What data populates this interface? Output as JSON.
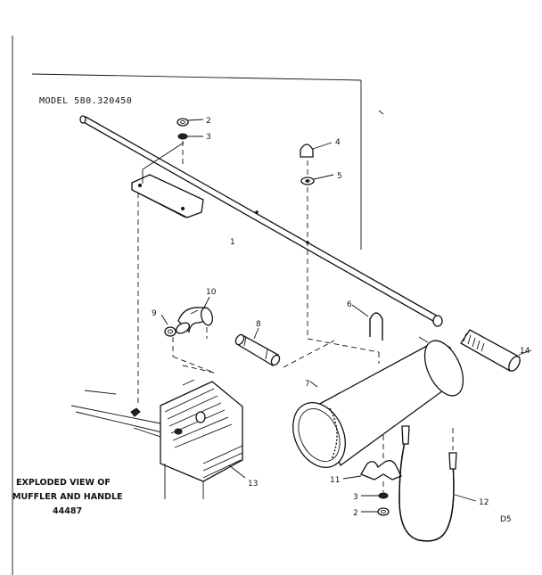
{
  "model_label": "MODEL 580.320450",
  "caption": {
    "line1": "EXPLODED VIEW OF",
    "line2": "MUFFLER AND HANDLE",
    "number": "44487"
  },
  "page_code": "D5",
  "callouts": {
    "c1": "1",
    "c2a": "2",
    "c2b": "2",
    "c3a": "3",
    "c3b": "3",
    "c4": "4",
    "c5": "5",
    "c6": "6",
    "c7": "7",
    "c8": "8",
    "c9": "9",
    "c10": "10",
    "c11": "11",
    "c12": "12",
    "c13": "13",
    "c14": "14"
  }
}
